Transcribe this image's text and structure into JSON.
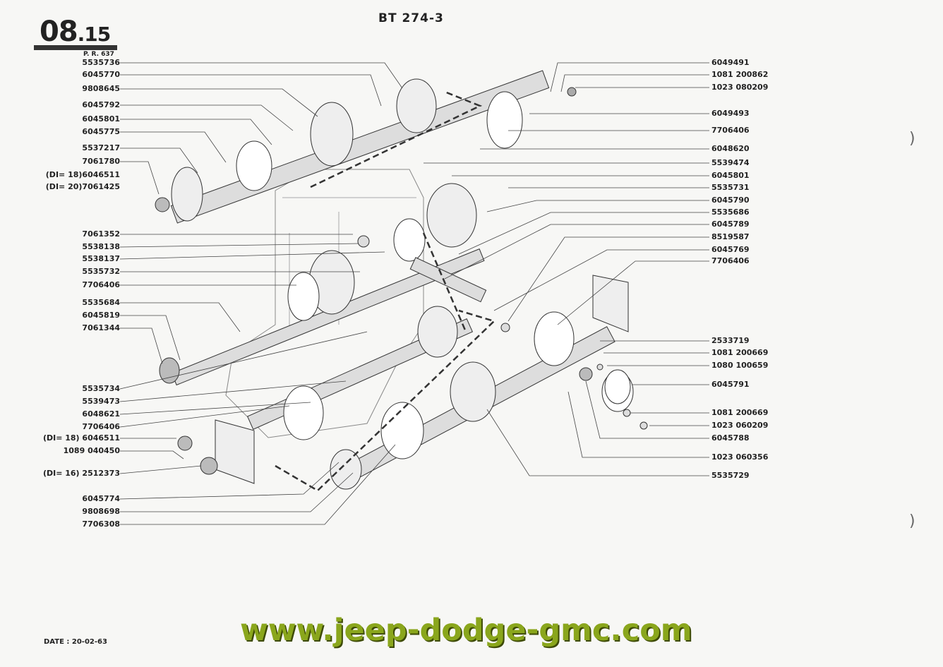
{
  "header": {
    "section": "08",
    "subsection": ".15",
    "ref": "P. R. 637",
    "title": "BT 274-3"
  },
  "labels_left": [
    {
      "text": "5535736"
    },
    {
      "text": "6045770"
    },
    {
      "text": "9808645"
    },
    {
      "text": "6045792"
    },
    {
      "text": "6045801"
    },
    {
      "text": "6045775"
    },
    {
      "text": "5537217"
    },
    {
      "text": "7061780"
    },
    {
      "text": "(DI= 18)6046511"
    },
    {
      "text": "(DI= 20)7061425"
    },
    {
      "text": "7061352"
    },
    {
      "text": "5538138"
    },
    {
      "text": "5538137"
    },
    {
      "text": "5535732"
    },
    {
      "text": "7706406"
    },
    {
      "text": "5535684"
    },
    {
      "text": "6045819"
    },
    {
      "text": "7061344"
    },
    {
      "text": "5535734"
    },
    {
      "text": "5539473"
    },
    {
      "text": "6048621"
    },
    {
      "text": "7706406"
    },
    {
      "text": "(DI= 18) 6046511"
    },
    {
      "text": "1089 040450"
    },
    {
      "text": "(DI= 16) 2512373"
    },
    {
      "text": "6045774"
    },
    {
      "text": "9808698"
    },
    {
      "text": "7706308"
    }
  ],
  "labels_right": [
    {
      "text": "6049491"
    },
    {
      "text": "1081 200862"
    },
    {
      "text": "1023 080209"
    },
    {
      "text": "6049493"
    },
    {
      "text": "7706406"
    },
    {
      "text": "6048620"
    },
    {
      "text": "5539474"
    },
    {
      "text": "6045801"
    },
    {
      "text": "5535731"
    },
    {
      "text": "6045790"
    },
    {
      "text": "5535686"
    },
    {
      "text": "6045789"
    },
    {
      "text": "8519587"
    },
    {
      "text": "6045769"
    },
    {
      "text": "7706406"
    },
    {
      "text": "2533719"
    },
    {
      "text": "1081 200669"
    },
    {
      "text": "1080 100659"
    },
    {
      "text": "6045791"
    },
    {
      "text": "1081 200669"
    },
    {
      "text": "1023 060209"
    },
    {
      "text": "6045788"
    },
    {
      "text": "1023 060356"
    },
    {
      "text": "5535729"
    }
  ],
  "footer": {
    "date": "DATE : 20-02-63",
    "website": "www.jeep-dodge-gmc.com"
  }
}
